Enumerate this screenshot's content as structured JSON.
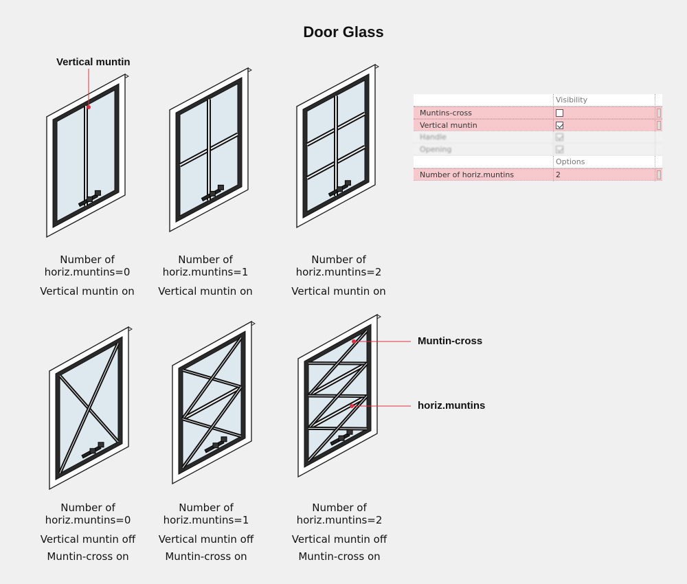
{
  "title": "Door Glass",
  "callouts": {
    "vertical_muntin": "Vertical muntin",
    "muntin_cross": "Muntin-cross",
    "horiz_muntins": "horiz.muntins"
  },
  "colors": {
    "frame_fill": "#ffffff",
    "glass": "#dde8ef",
    "muntin": "#111111",
    "highlight_row": "#f8c9cc",
    "callout_line": "#e03040"
  },
  "captions": [
    {
      "l1": "Number of",
      "l2": "horiz.muntins=0",
      "l3": "Vertical muntin on",
      "l4": ""
    },
    {
      "l1": "Number of",
      "l2": "horiz.muntins=1",
      "l3": "Vertical muntin on",
      "l4": ""
    },
    {
      "l1": "Number of",
      "l2": "horiz.muntins=2",
      "l3": "Vertical muntin on",
      "l4": ""
    },
    {
      "l1": "Number of",
      "l2": "horiz.muntins=0",
      "l3": "Vertical muntin off",
      "l4": "Muntin-cross on"
    },
    {
      "l1": "Number of",
      "l2": "horiz.muntins=1",
      "l3": "Vertical muntin off",
      "l4": "Muntin-cross on"
    },
    {
      "l1": "Number of",
      "l2": "horiz.muntins=2",
      "l3": "Vertical muntin off",
      "l4": "Muntin-cross on"
    }
  ],
  "doors": [
    {
      "horiz": 0,
      "vertical": true,
      "cross": false
    },
    {
      "horiz": 1,
      "vertical": true,
      "cross": false
    },
    {
      "horiz": 2,
      "vertical": true,
      "cross": false
    },
    {
      "horiz": 0,
      "vertical": false,
      "cross": true
    },
    {
      "horiz": 1,
      "vertical": false,
      "cross": true
    },
    {
      "horiz": 2,
      "vertical": false,
      "cross": true
    }
  ],
  "properties": {
    "section_visibility": "Visibility",
    "section_options": "Options",
    "rows": [
      {
        "name": "Muntins-cross",
        "checked": false
      },
      {
        "name": "Vertical muntin",
        "checked": true
      },
      {
        "name": "Handle",
        "checked": true
      },
      {
        "name": "Opening",
        "checked": true
      }
    ],
    "horiz_row": {
      "name": "Number of horiz.muntins",
      "value": "2"
    }
  }
}
